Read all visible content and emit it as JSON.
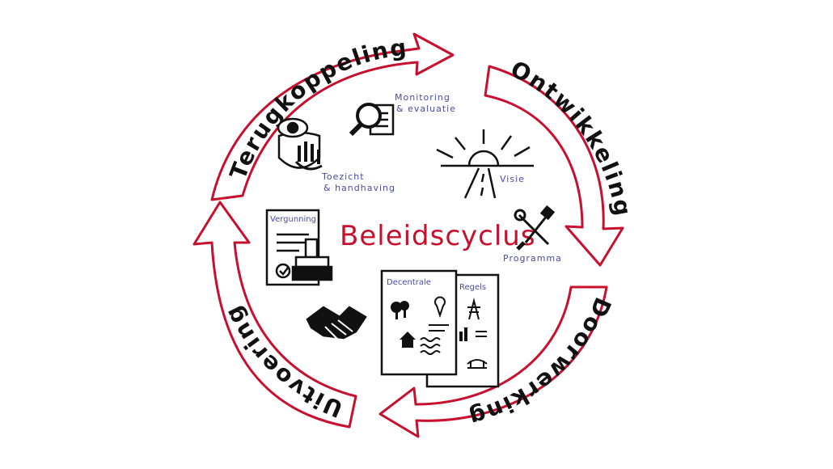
{
  "title": "Beleidscyclus",
  "ring_labels": {
    "terugkoppeling": "Terugkoppeling",
    "ontwikkeling": "Ontwikkeling",
    "doorwerking": "Doorwerking",
    "uitvoering": "Uitvoering"
  },
  "item_labels": {
    "monitoring_1": "Monitoring",
    "monitoring_2": "& evaluatie",
    "toezicht_1": "Toezicht",
    "toezicht_2": "& handhaving",
    "visie": "Visie",
    "programma": "Programma",
    "vergunning": "Vergunning",
    "decentrale": "Decentrale",
    "regels": "Regels"
  },
  "colors": {
    "arrow": "#c8102e",
    "title": "#c8102e",
    "labels": "#4a4aa8",
    "ink": "#111111"
  },
  "icons": [
    "eye-shield-hand-icon",
    "magnifier-document-icon",
    "sunrise-road-icon",
    "tools-icon",
    "permit-stamp-icon",
    "handshake-icon",
    "tree-icon",
    "location-pin-icon",
    "house-icon",
    "pylon-icon",
    "factory-icon",
    "bridge-icon"
  ]
}
